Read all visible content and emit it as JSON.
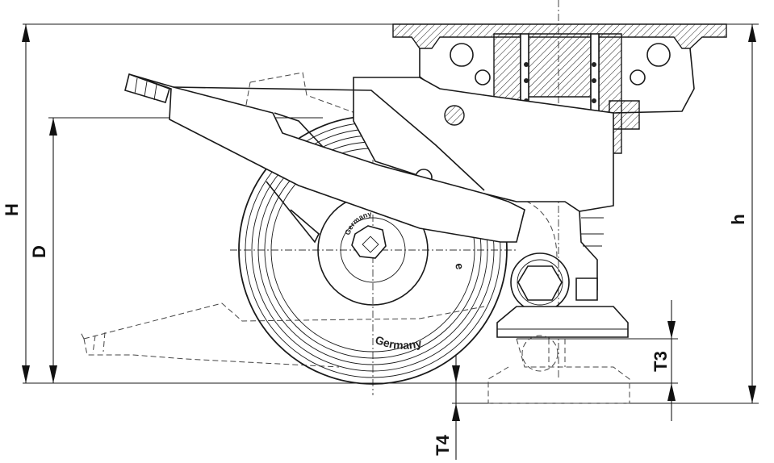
{
  "dimensions": {
    "H": "H",
    "D": "D",
    "h": "h",
    "T3": "T3",
    "T4": "T4"
  },
  "wheel": {
    "rim_text": "Germany",
    "hub_text": "Germany",
    "side_letter": "e"
  },
  "icons": [
    "caster-wheel-icon",
    "brake-pedal-icon",
    "ball-bearing-icon",
    "swivel-plate-icon",
    "leveling-foot-icon",
    "hex-bolt-icon"
  ]
}
